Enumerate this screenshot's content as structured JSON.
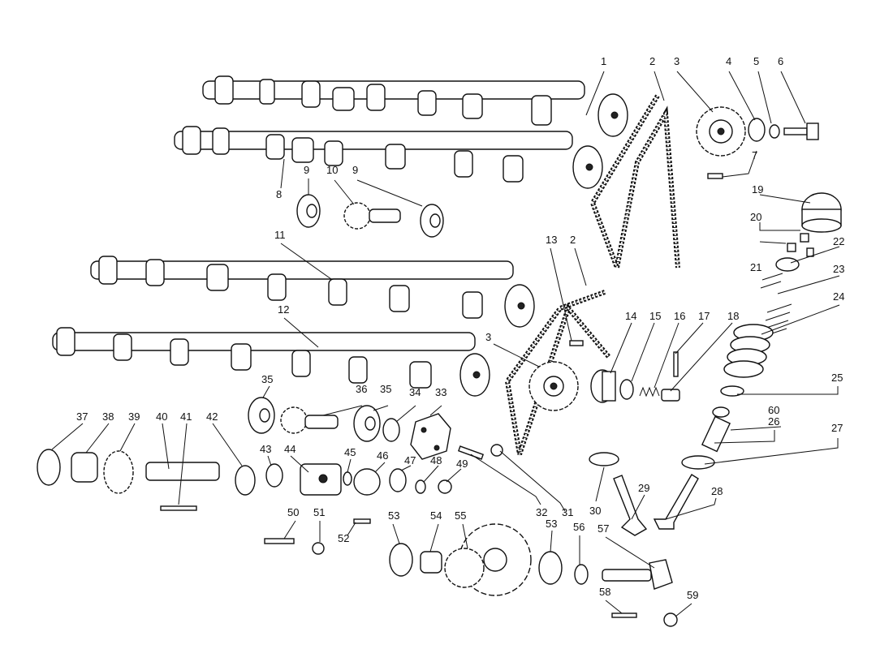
{
  "colors": {
    "ink": "#111111",
    "background": "#ffffff"
  },
  "callouts": [
    "1",
    "2",
    "3",
    "4",
    "5",
    "6",
    "7",
    "8",
    "9",
    "10",
    "11",
    "12",
    "13",
    "14",
    "15",
    "16",
    "17",
    "18",
    "19",
    "20",
    "21",
    "22",
    "23",
    "24",
    "25",
    "26",
    "27",
    "28",
    "29",
    "30",
    "31",
    "32",
    "33",
    "34",
    "35",
    "36",
    "37",
    "38",
    "39",
    "40",
    "41",
    "42",
    "43",
    "44",
    "45",
    "46",
    "47",
    "48",
    "49",
    "50",
    "51",
    "52",
    "53",
    "54",
    "55",
    "56",
    "57",
    "58",
    "59",
    "60"
  ]
}
